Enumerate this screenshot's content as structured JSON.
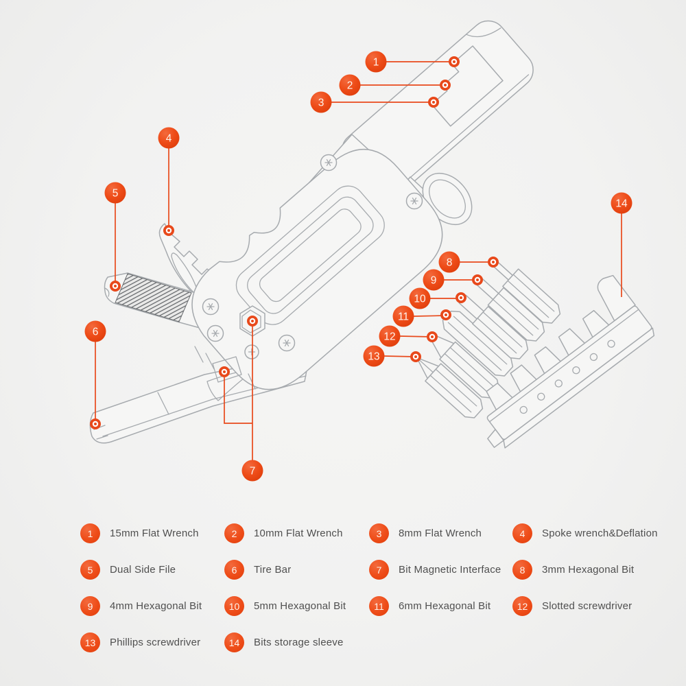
{
  "legend": {
    "items": [
      {
        "num": "1",
        "label": "15mm Flat Wrench"
      },
      {
        "num": "2",
        "label": "10mm Flat Wrench"
      },
      {
        "num": "3",
        "label": "8mm Flat Wrench"
      },
      {
        "num": "4",
        "label": "Spoke wrench&Deflation"
      },
      {
        "num": "5",
        "label": "Dual Side File"
      },
      {
        "num": "6",
        "label": "Tire Bar"
      },
      {
        "num": "7",
        "label": "Bit Magnetic Interface"
      },
      {
        "num": "8",
        "label": "3mm Hexagonal Bit"
      },
      {
        "num": "9",
        "label": "4mm Hexagonal Bit"
      },
      {
        "num": "10",
        "label": "5mm Hexagonal Bit"
      },
      {
        "num": "11",
        "label": "6mm Hexagonal Bit"
      },
      {
        "num": "12",
        "label": "Slotted screwdriver"
      },
      {
        "num": "13",
        "label": "Phillips screwdriver"
      },
      {
        "num": "14",
        "label": "Bits storage sleeve"
      }
    ]
  },
  "colors": {
    "accent": "#ed4c17",
    "drawing_line": "#a6aaae",
    "label_text": "#4f4f4f",
    "background": "#f2f2f1",
    "file_hatch": "#5f6266"
  }
}
